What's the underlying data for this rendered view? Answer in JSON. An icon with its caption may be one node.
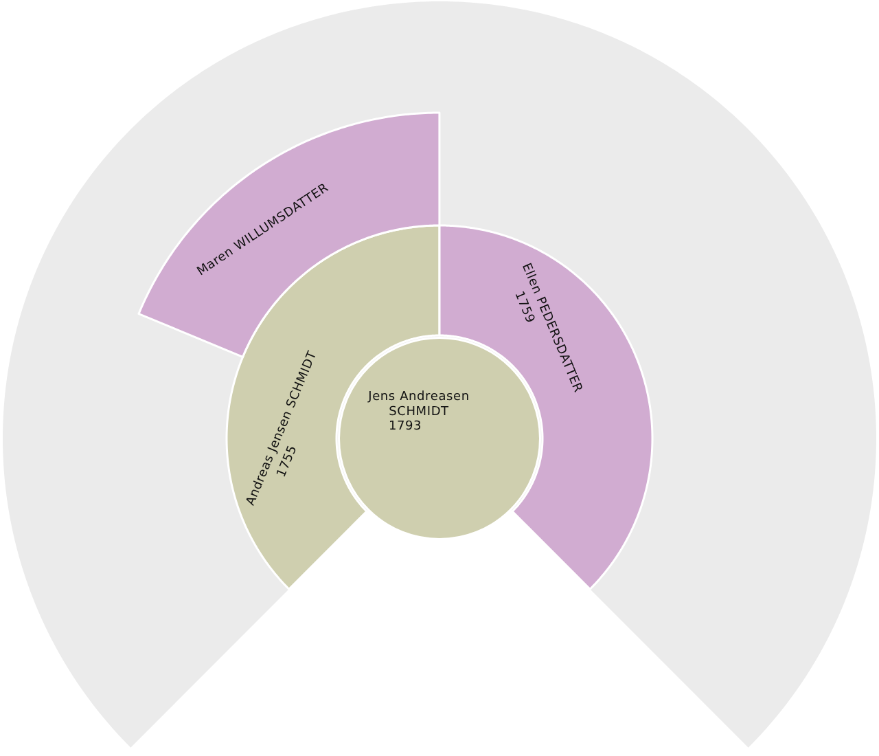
{
  "diagram": {
    "nodes": [
      {
        "text": [
          "Jens Andreasen SCHMIDT",
          "1793"
        ]
      },
      {
        "text": [
          "Andreas Jensen SCHMIDT",
          "1755"
        ]
      },
      {
        "text": [
          "Ellen PEDERSDATTER",
          "1759"
        ]
      },
      {
        "text": [
          "Maren WILLUMSDATTER"
        ]
      }
    ]
  }
}
